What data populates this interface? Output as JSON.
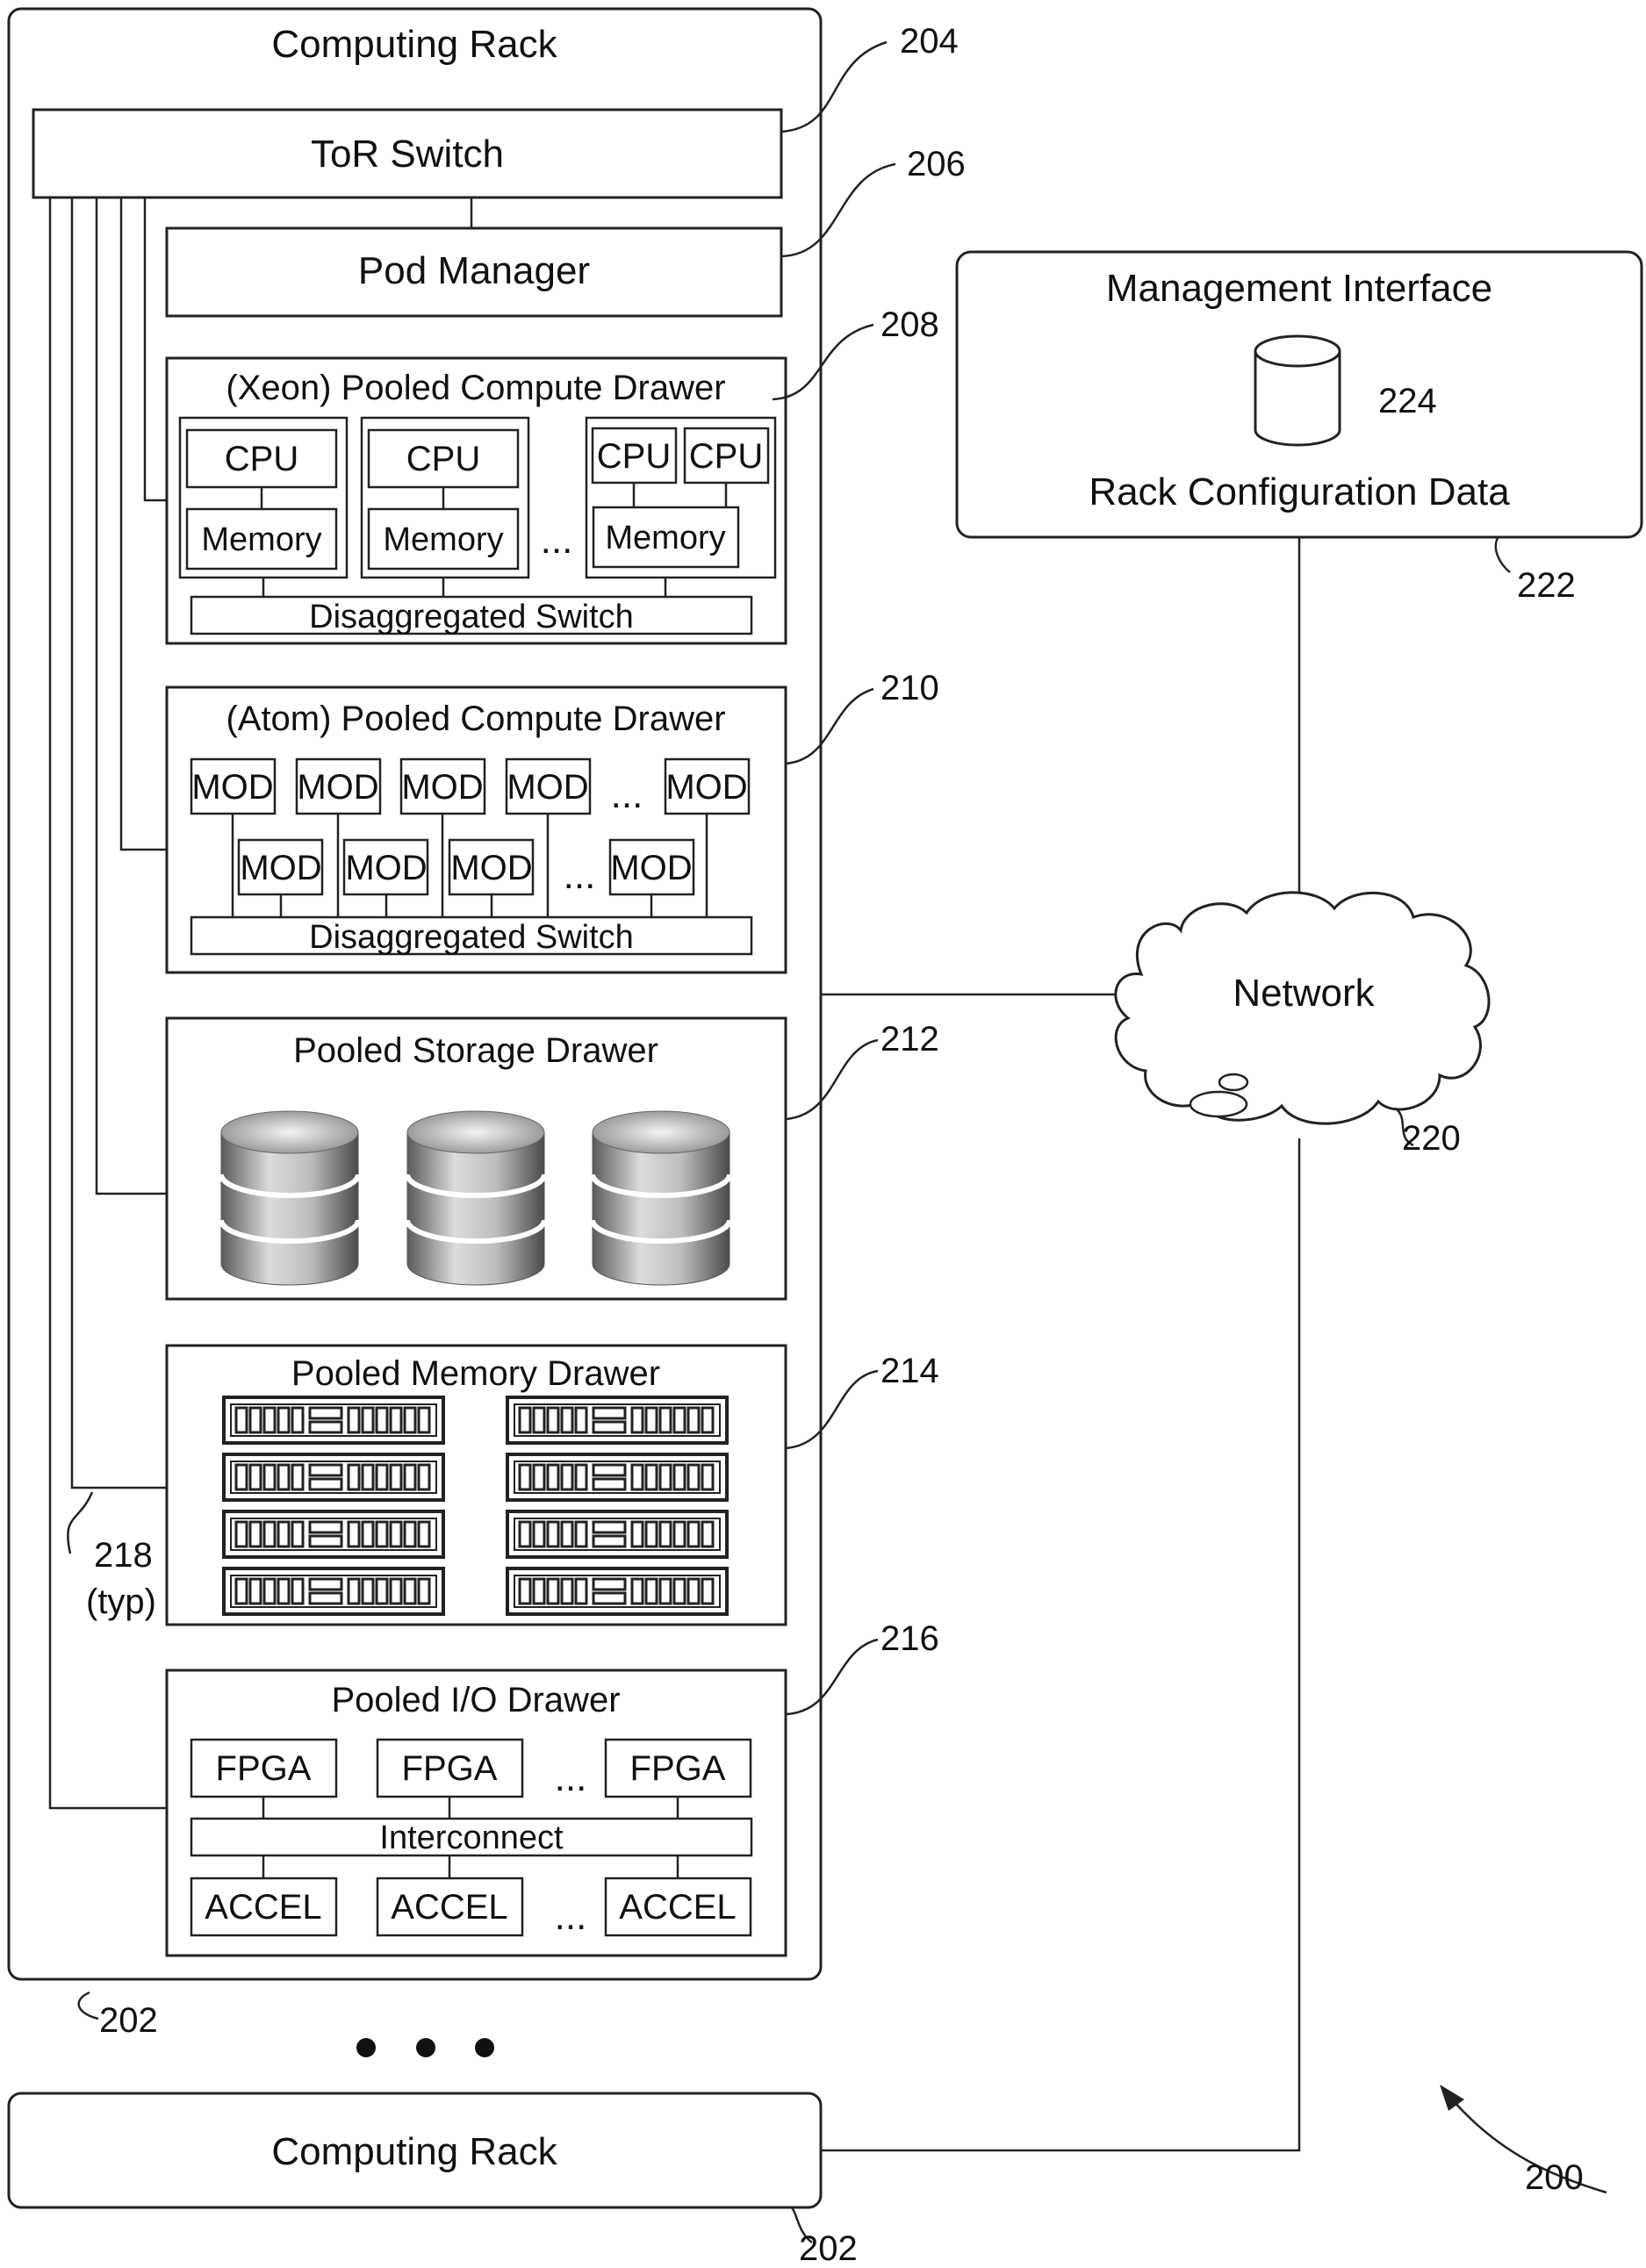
{
  "rack": {
    "title": "Computing Rack",
    "ref": "202",
    "tor": {
      "label": "ToR Switch",
      "ref": "204"
    },
    "pod": {
      "label": "Pod Manager",
      "ref": "206"
    },
    "xeon": {
      "title": "(Xeon) Pooled Compute Drawer",
      "ref": "208",
      "cpu": "CPU",
      "memory": "Memory",
      "ellipsis": "...",
      "switch": "Disaggregated Switch"
    },
    "atom": {
      "title": "(Atom) Pooled Compute Drawer",
      "ref": "210",
      "mod": "MOD",
      "ellipsis": "...",
      "switch": "Disaggregated Switch"
    },
    "storage": {
      "title": "Pooled Storage Drawer",
      "ref": "212",
      "disk_icon": "database-disk-icon"
    },
    "memory": {
      "title": "Pooled Memory Drawer",
      "ref": "214",
      "module_icon": "memory-module-icon"
    },
    "io": {
      "title": "Pooled I/O Drawer",
      "ref": "216",
      "fpga": "FPGA",
      "accel": "ACCEL",
      "interconnect": "Interconnect",
      "ellipsis": "..."
    },
    "links_ref": "218",
    "links_typ": "(typ)"
  },
  "separator": "● ● ●",
  "rack2": {
    "title": "Computing Rack",
    "ref": "202"
  },
  "management": {
    "title": "Management Interface",
    "db_ref": "224",
    "db_label": "Rack Configuration Data",
    "ref": "222",
    "db_icon": "database-cylinder-icon"
  },
  "network": {
    "label": "Network",
    "ref": "220",
    "icon": "cloud-icon"
  },
  "system_ref": "200"
}
